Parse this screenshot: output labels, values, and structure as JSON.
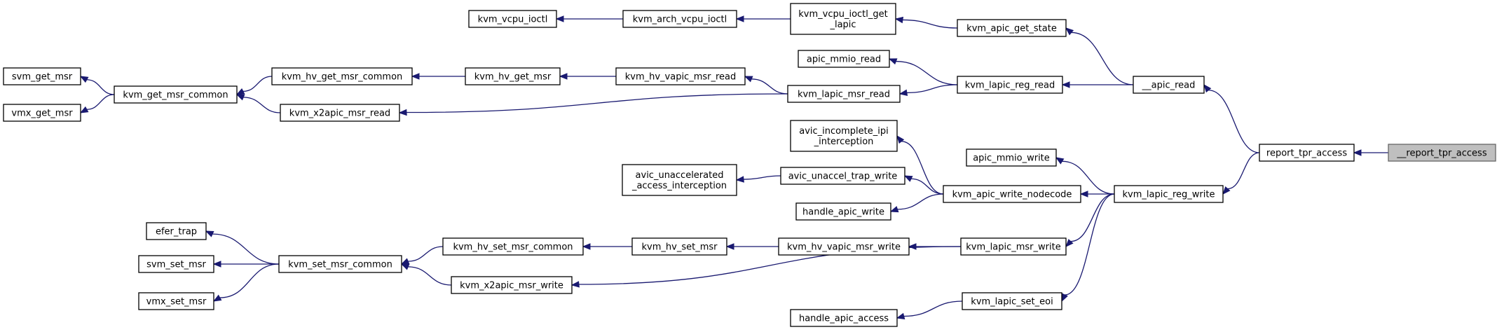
{
  "graph": {
    "nodes": [
      {
        "id": "n_report_tpr_access_dbl",
        "lines": [
          "__report_tpr_access"
        ],
        "highlight": true
      },
      {
        "id": "n_report_tpr_access",
        "lines": [
          "report_tpr_access"
        ]
      },
      {
        "id": "n_apic_read",
        "lines": [
          "__apic_read"
        ]
      },
      {
        "id": "n_kvm_lapic_reg_write",
        "lines": [
          "kvm_lapic_reg_write"
        ]
      },
      {
        "id": "n_kvm_apic_get_state",
        "lines": [
          "kvm_apic_get_state"
        ]
      },
      {
        "id": "n_kvm_lapic_reg_read",
        "lines": [
          "kvm_lapic_reg_read"
        ]
      },
      {
        "id": "n_kvm_vcpu_ioctl_get_lapic",
        "lines": [
          "kvm_vcpu_ioctl_get",
          "_lapic"
        ]
      },
      {
        "id": "n_kvm_arch_vcpu_ioctl",
        "lines": [
          "kvm_arch_vcpu_ioctl"
        ]
      },
      {
        "id": "n_kvm_vcpu_ioctl",
        "lines": [
          "kvm_vcpu_ioctl"
        ]
      },
      {
        "id": "n_apic_mmio_read",
        "lines": [
          "apic_mmio_read"
        ]
      },
      {
        "id": "n_kvm_lapic_msr_read",
        "lines": [
          "kvm_lapic_msr_read"
        ]
      },
      {
        "id": "n_kvm_hv_vapic_msr_read",
        "lines": [
          "kvm_hv_vapic_msr_read"
        ]
      },
      {
        "id": "n_kvm_x2apic_msr_read",
        "lines": [
          "kvm_x2apic_msr_read"
        ]
      },
      {
        "id": "n_kvm_hv_get_msr",
        "lines": [
          "kvm_hv_get_msr"
        ]
      },
      {
        "id": "n_kvm_hv_get_msr_common",
        "lines": [
          "kvm_hv_get_msr_common"
        ]
      },
      {
        "id": "n_kvm_get_msr_common",
        "lines": [
          "kvm_get_msr_common"
        ]
      },
      {
        "id": "n_svm_get_msr",
        "lines": [
          "svm_get_msr"
        ]
      },
      {
        "id": "n_vmx_get_msr",
        "lines": [
          "vmx_get_msr"
        ]
      },
      {
        "id": "n_apic_mmio_write",
        "lines": [
          "apic_mmio_write"
        ]
      },
      {
        "id": "n_kvm_apic_write_nodecode",
        "lines": [
          "kvm_apic_write_nodecode"
        ]
      },
      {
        "id": "n_kvm_lapic_msr_write",
        "lines": [
          "kvm_lapic_msr_write"
        ]
      },
      {
        "id": "n_kvm_lapic_set_eoi",
        "lines": [
          "kvm_lapic_set_eoi"
        ]
      },
      {
        "id": "n_avic_incomplete_ipi",
        "lines": [
          "avic_incomplete_ipi",
          "_interception"
        ]
      },
      {
        "id": "n_avic_unaccel_trap_write",
        "lines": [
          "avic_unaccel_trap_write"
        ]
      },
      {
        "id": "n_handle_apic_write",
        "lines": [
          "handle_apic_write"
        ]
      },
      {
        "id": "n_avic_unaccelerated",
        "lines": [
          "avic_unaccelerated",
          "_access_interception"
        ]
      },
      {
        "id": "n_kvm_hv_vapic_msr_write",
        "lines": [
          "kvm_hv_vapic_msr_write"
        ]
      },
      {
        "id": "n_kvm_x2apic_msr_write",
        "lines": [
          "kvm_x2apic_msr_write"
        ]
      },
      {
        "id": "n_kvm_hv_set_msr",
        "lines": [
          "kvm_hv_set_msr"
        ]
      },
      {
        "id": "n_kvm_hv_set_msr_common",
        "lines": [
          "kvm_hv_set_msr_common"
        ]
      },
      {
        "id": "n_kvm_set_msr_common",
        "lines": [
          "kvm_set_msr_common"
        ]
      },
      {
        "id": "n_efer_trap",
        "lines": [
          "efer_trap"
        ]
      },
      {
        "id": "n_svm_set_msr",
        "lines": [
          "svm_set_msr"
        ]
      },
      {
        "id": "n_vmx_set_msr",
        "lines": [
          "vmx_set_msr"
        ]
      },
      {
        "id": "n_handle_apic_access",
        "lines": [
          "handle_apic_access"
        ]
      }
    ],
    "edges": [
      [
        "n_report_tpr_access",
        "n_report_tpr_access_dbl"
      ],
      [
        "n_apic_read",
        "n_report_tpr_access"
      ],
      [
        "n_kvm_lapic_reg_write",
        "n_report_tpr_access"
      ],
      [
        "n_kvm_apic_get_state",
        "n_apic_read"
      ],
      [
        "n_kvm_lapic_reg_read",
        "n_apic_read"
      ],
      [
        "n_kvm_vcpu_ioctl_get_lapic",
        "n_kvm_apic_get_state"
      ],
      [
        "n_kvm_arch_vcpu_ioctl",
        "n_kvm_vcpu_ioctl_get_lapic"
      ],
      [
        "n_kvm_vcpu_ioctl",
        "n_kvm_arch_vcpu_ioctl"
      ],
      [
        "n_apic_mmio_read",
        "n_kvm_lapic_reg_read"
      ],
      [
        "n_kvm_lapic_msr_read",
        "n_kvm_lapic_reg_read"
      ],
      [
        "n_kvm_hv_vapic_msr_read",
        "n_kvm_lapic_msr_read"
      ],
      [
        "n_kvm_x2apic_msr_read",
        "n_kvm_lapic_msr_read"
      ],
      [
        "n_kvm_hv_get_msr",
        "n_kvm_hv_vapic_msr_read"
      ],
      [
        "n_kvm_hv_get_msr_common",
        "n_kvm_hv_get_msr"
      ],
      [
        "n_kvm_get_msr_common",
        "n_kvm_hv_get_msr_common"
      ],
      [
        "n_kvm_get_msr_common",
        "n_kvm_x2apic_msr_read"
      ],
      [
        "n_svm_get_msr",
        "n_kvm_get_msr_common"
      ],
      [
        "n_vmx_get_msr",
        "n_kvm_get_msr_common"
      ],
      [
        "n_apic_mmio_write",
        "n_kvm_lapic_reg_write"
      ],
      [
        "n_kvm_apic_write_nodecode",
        "n_kvm_lapic_reg_write"
      ],
      [
        "n_kvm_lapic_msr_write",
        "n_kvm_lapic_reg_write"
      ],
      [
        "n_kvm_lapic_set_eoi",
        "n_kvm_lapic_reg_write"
      ],
      [
        "n_avic_incomplete_ipi",
        "n_kvm_apic_write_nodecode"
      ],
      [
        "n_avic_unaccel_trap_write",
        "n_kvm_apic_write_nodecode"
      ],
      [
        "n_handle_apic_write",
        "n_kvm_apic_write_nodecode"
      ],
      [
        "n_avic_unaccelerated",
        "n_avic_unaccel_trap_write"
      ],
      [
        "n_kvm_hv_vapic_msr_write",
        "n_kvm_lapic_msr_write"
      ],
      [
        "n_kvm_x2apic_msr_write",
        "n_kvm_lapic_msr_write"
      ],
      [
        "n_kvm_hv_set_msr",
        "n_kvm_hv_vapic_msr_write"
      ],
      [
        "n_kvm_hv_set_msr_common",
        "n_kvm_hv_set_msr"
      ],
      [
        "n_kvm_set_msr_common",
        "n_kvm_hv_set_msr_common"
      ],
      [
        "n_kvm_set_msr_common",
        "n_kvm_x2apic_msr_write"
      ],
      [
        "n_efer_trap",
        "n_kvm_set_msr_common"
      ],
      [
        "n_svm_set_msr",
        "n_kvm_set_msr_common"
      ],
      [
        "n_vmx_set_msr",
        "n_kvm_set_msr_common"
      ],
      [
        "n_handle_apic_access",
        "n_kvm_lapic_set_eoi"
      ]
    ],
    "colors": {
      "edge": "#191970",
      "node_border": "#000000",
      "node_fill": "#ffffff",
      "highlight_fill": "#bfbfbf",
      "highlight_border": "#666666"
    }
  }
}
